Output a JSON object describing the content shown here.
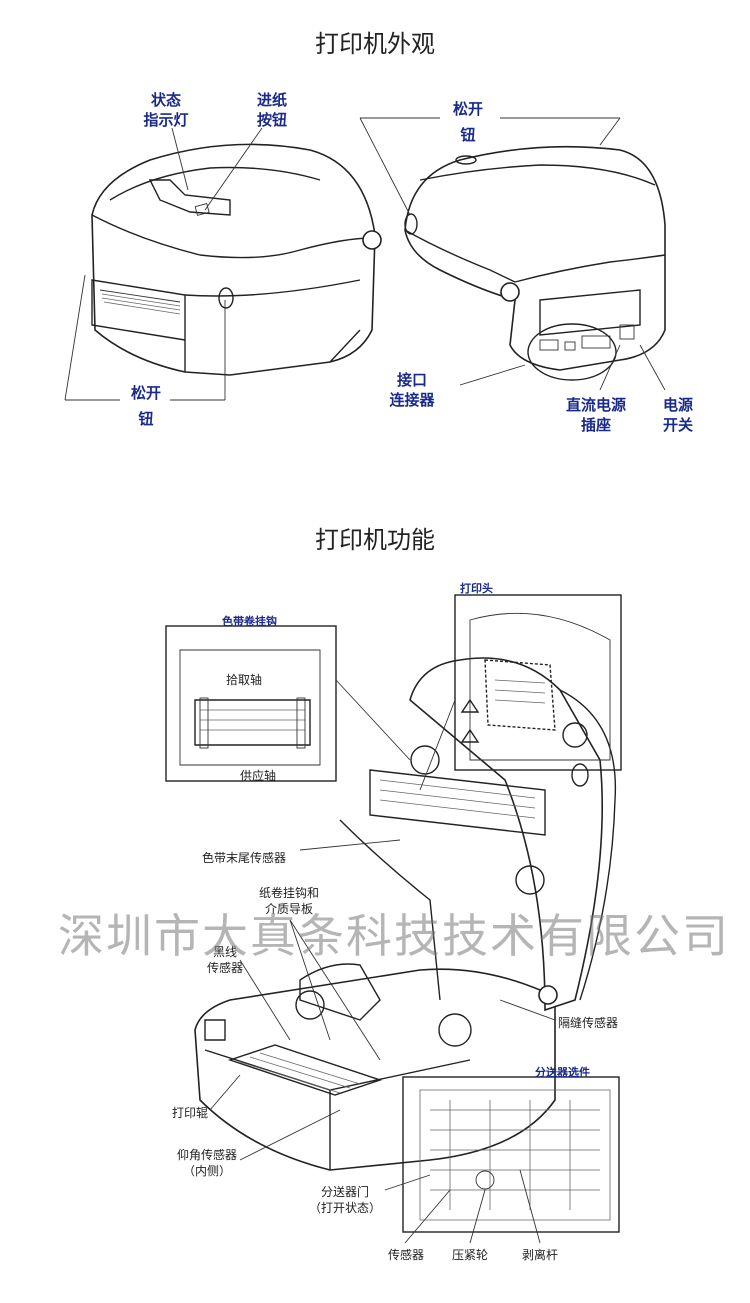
{
  "titles": {
    "appearance": "打印机外观",
    "functions": "打印机功能"
  },
  "appearance_labels": {
    "status_light": "状态\n指示灯",
    "feed_button": "进纸\n按钮",
    "release_button_left": "松开\n钮",
    "release_button_right": "松开\n钮",
    "interface_connector": "接口\n连接器",
    "dc_power_socket": "直流电源\n插座",
    "power_switch": "电源\n开关"
  },
  "function_labels": {
    "ribbon_hook_caption": "色带卷挂钩",
    "printhead_caption": "打印头",
    "dispenser_caption": "分送器选件",
    "take_up_spindle": "拾取轴",
    "supply_spindle": "供应轴",
    "ribbon_out_sensor": "色带末尾传感器",
    "roll_hanger_guide": "纸卷挂钩和\n介质导板",
    "black_line_sensor": "黑线\n传感器",
    "gap_sensor": "隔缝传感器",
    "platen_roller": "打印辊",
    "head_up_sensor": "仰角传感器\n（内侧）",
    "dispenser_door": "分送器门\n（打开状态）",
    "sensor": "传感器",
    "pinch_roller": "压紧轮",
    "peel_bar": "剥离杆"
  },
  "watermark": "深圳市大真条科技技术有限公司"
}
